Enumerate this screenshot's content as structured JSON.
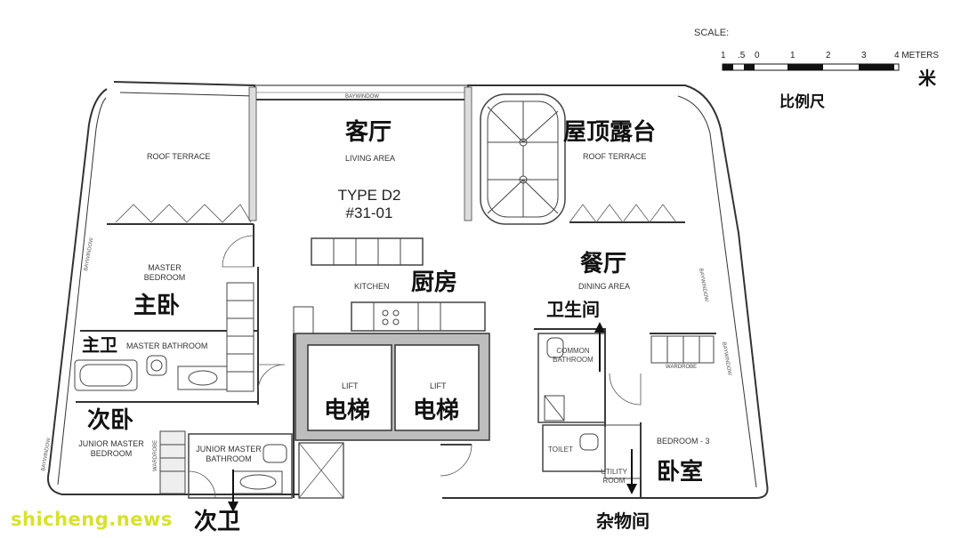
{
  "scale": {
    "label": "SCALE:",
    "ticks": [
      "1",
      ".5",
      "0",
      "1",
      "2",
      "3",
      "4 METERS"
    ],
    "unit_zh": "米",
    "caption_zh": "比例尺"
  },
  "unit": {
    "type": "TYPE D2",
    "number": "#31-01"
  },
  "rooms": {
    "living_en": "LIVING AREA",
    "living_zh": "客厅",
    "roof_terrace_left_en": "ROOF TERRACE",
    "roof_terrace_right_en": "ROOF TERRACE",
    "roof_terrace_zh": "屋顶露台",
    "master_bedroom_en": "MASTER\nBEDROOM",
    "master_bedroom_zh": "主卧",
    "master_bath_en": "MASTER BATHROOM",
    "master_bath_zh": "主卫",
    "kitchen_en": "KITCHEN",
    "kitchen_zh": "厨房",
    "dining_en": "DINING AREA",
    "dining_zh": "餐厅",
    "common_bath_en": "COMMON\nBATHROOM",
    "common_bath_zh": "卫生间",
    "lift1_en": "LIFT",
    "lift1_zh": "电梯",
    "lift2_en": "LIFT",
    "lift2_zh": "电梯",
    "junior_bedroom_en": "JUNIOR MASTER\nBEDROOM",
    "junior_bedroom_zh": "次卧",
    "junior_bath_en": "JUNIOR MASTER\nBATHROOM",
    "junior_bath_zh": "次卫",
    "bedroom3_en": "BEDROOM - 3",
    "bedroom3_zh": "卧室",
    "toilet_en": "TOILET",
    "utility_en": "UTILITY\nROOM",
    "utility_zh": "杂物间"
  },
  "small_labels": {
    "baywindow_top": "BAYWINDOW",
    "baywindow_left1": "BAYWINDOW",
    "baywindow_left2": "BAYWINDOW",
    "baywindow_right1": "BAYWINDOW",
    "baywindow_right2": "BAYWINDOW",
    "wardrobe_left": "WARDROBE",
    "wardrobe_right": "WARDROBE"
  },
  "watermark": "shicheng.news"
}
